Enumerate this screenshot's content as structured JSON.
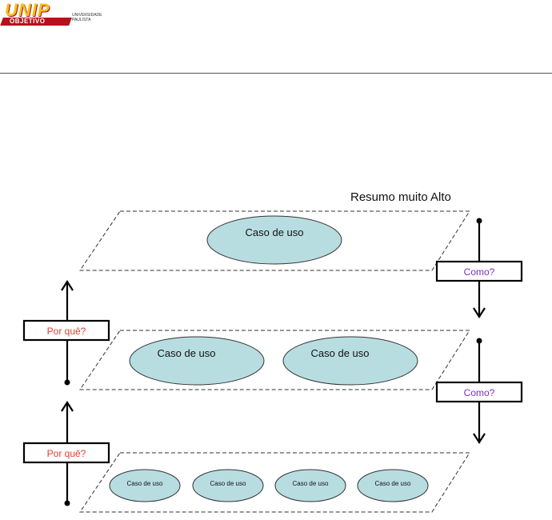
{
  "logo": {
    "main": "UNIP",
    "sub": "OBJETIVO",
    "university_line1": "UNIVERSIDADE",
    "university_line2": "PAULISTA"
  },
  "diagram": {
    "top_label": "Resumo muito Alto",
    "levels": [
      {
        "use_cases": [
          "Caso de uso"
        ]
      },
      {
        "use_cases": [
          "Caso de uso",
          "Caso de uso"
        ]
      },
      {
        "use_cases": [
          "Caso de uso",
          "Caso de uso",
          "Caso de uso",
          "Caso de uso"
        ]
      }
    ],
    "down_label": "Como?",
    "up_label": "Por quê?",
    "colors": {
      "ellipse_fill": "#b8dde1",
      "como_text": "#7b2fbe",
      "porque_text": "#e53c2e"
    }
  }
}
